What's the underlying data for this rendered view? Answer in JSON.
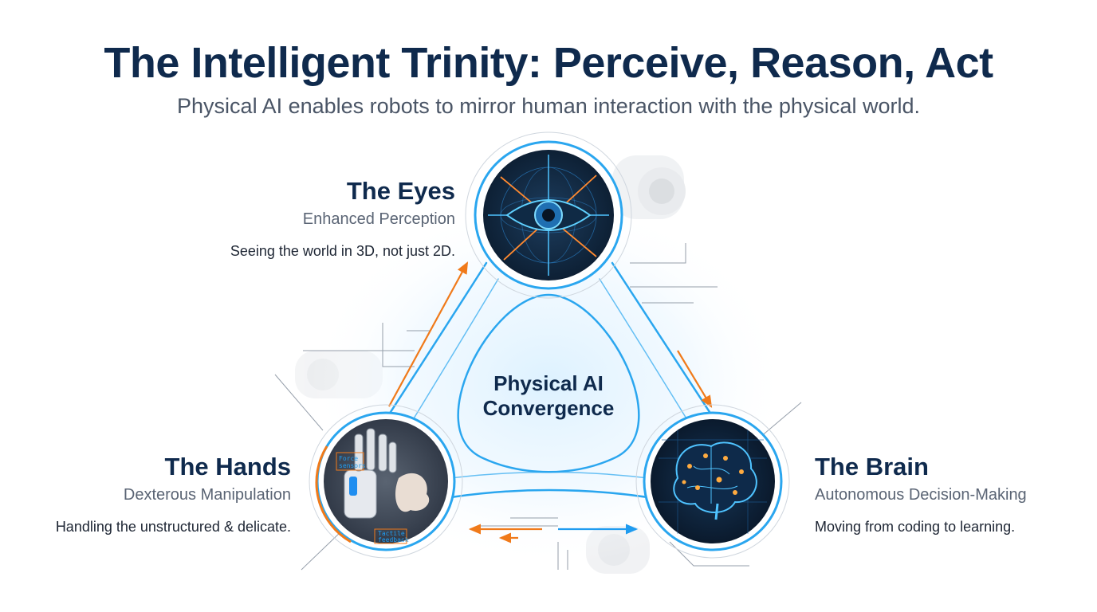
{
  "header": {
    "title": "The Intelligent Trinity: Perceive, Reason, Act",
    "subtitle": "Physical AI enables robots to mirror human interaction with the physical world."
  },
  "center": {
    "label": "Physical AI Convergence"
  },
  "nodes": {
    "eyes": {
      "title": "The Eyes",
      "subtitle": "Enhanced Perception",
      "description": "Seeing the world in 3D, not just 2D."
    },
    "hands": {
      "title": "The Hands",
      "subtitle": "Dexterous Manipulation",
      "description": "Handling the unstructured & delicate.",
      "image_labels": {
        "force": "Force sensors",
        "tactile": "Tactile feedback"
      }
    },
    "brain": {
      "title": "The Brain",
      "subtitle": "Autonomous Decision-Making",
      "description": "Moving from coding to learning."
    }
  },
  "colors": {
    "navy": "#0f2a4d",
    "accent_blue": "#1f9cf0",
    "accent_orange": "#f07a1a",
    "text_gray": "#5a6474"
  },
  "icons": {
    "eyes": "eye-scan-icon",
    "hands": "robot-hand-icon",
    "brain": "neural-brain-icon"
  }
}
